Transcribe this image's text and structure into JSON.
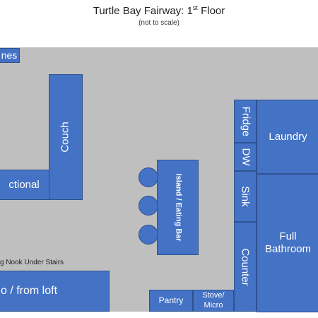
{
  "header": {
    "title_main": "Turtle Bay Fairway: 1",
    "title_sup": "st",
    "title_end": " Floor",
    "subtitle": "(not to scale)"
  },
  "rooms": {
    "games": "nes",
    "couch": "Couch",
    "sectional": "ctional",
    "island": "Island / Eating Bar",
    "fridge": "Fridge",
    "dw": "DW",
    "sink": "Sink",
    "counter": "Counter",
    "laundry": "Laundry",
    "bathroom": "Full Bathroom",
    "pantry": "Pantry",
    "stove": "Stove/ Micro",
    "loft": "o / from loft",
    "nook": "g Nook Under Stairs"
  },
  "colors": {
    "floor": "#bfbfbf",
    "block": "#4472c4",
    "block_border": "#2f528f"
  }
}
